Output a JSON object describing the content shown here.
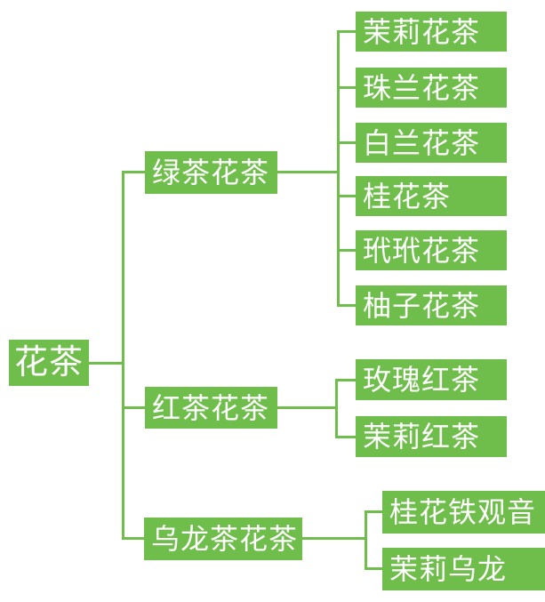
{
  "mindmap": {
    "root": {
      "label": "花茶"
    },
    "branches": [
      {
        "label": "绿茶花茶",
        "children": [
          {
            "label": "茉莉花茶"
          },
          {
            "label": "珠兰花茶"
          },
          {
            "label": "白兰花茶"
          },
          {
            "label": "桂花茶"
          },
          {
            "label": "玳玳花茶"
          },
          {
            "label": "柚子花茶"
          }
        ]
      },
      {
        "label": "红茶花茶",
        "children": [
          {
            "label": "玫瑰红茶"
          },
          {
            "label": "茉莉红茶"
          }
        ]
      },
      {
        "label": "乌龙茶花茶",
        "children": [
          {
            "label": "桂花铁观音"
          },
          {
            "label": "茉莉乌龙"
          }
        ]
      }
    ]
  },
  "colors": {
    "node_background": "#6fbe4b",
    "node_text": "#ffffff",
    "connector": "#6fbe4b",
    "canvas_background": "#ffffff"
  }
}
